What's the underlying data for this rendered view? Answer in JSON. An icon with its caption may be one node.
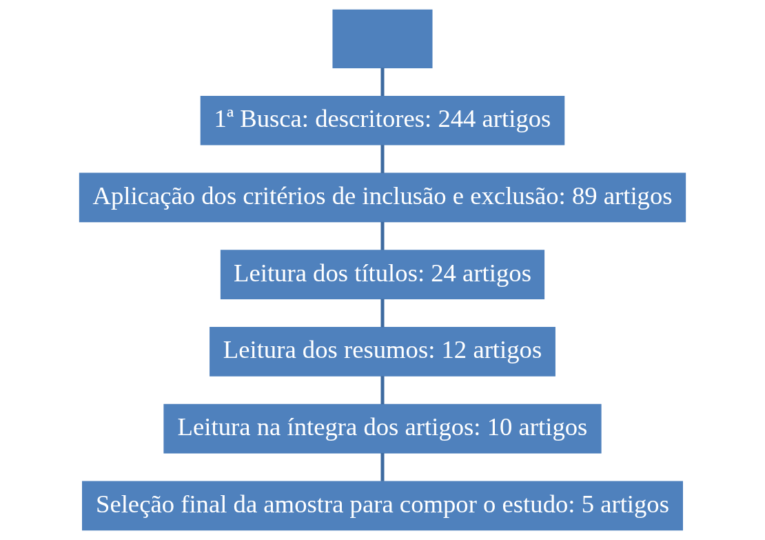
{
  "diagram": {
    "nodes": [
      {
        "text": [],
        "shape": "box"
      },
      {
        "text": [
          "1ª Busca: descritores: 244 artigos"
        ]
      },
      {
        "text": [
          "Aplicação dos critérios de inclusão e exclusão: 89 artigos"
        ]
      },
      {
        "text": [
          "Leitura dos títulos: 24 artigos"
        ]
      },
      {
        "text": [
          "Leitura dos resumos: 12 artigos"
        ]
      },
      {
        "text": [
          "Leitura na íntegra dos artigos: 10 artigos"
        ]
      },
      {
        "text": [
          "Seleção final da amostra para compor o estudo: 5 artigos"
        ]
      }
    ],
    "edges": [
      {
        "from": 0,
        "to": 1,
        "arrow": "none"
      },
      {
        "from": 1,
        "to": 2,
        "arrow": "none"
      },
      {
        "from": 2,
        "to": 3,
        "arrow": "none"
      },
      {
        "from": 3,
        "to": 4,
        "arrow": "none"
      },
      {
        "from": 4,
        "to": 5,
        "arrow": "none"
      },
      {
        "from": 5,
        "to": 6,
        "arrow": "none"
      }
    ]
  }
}
